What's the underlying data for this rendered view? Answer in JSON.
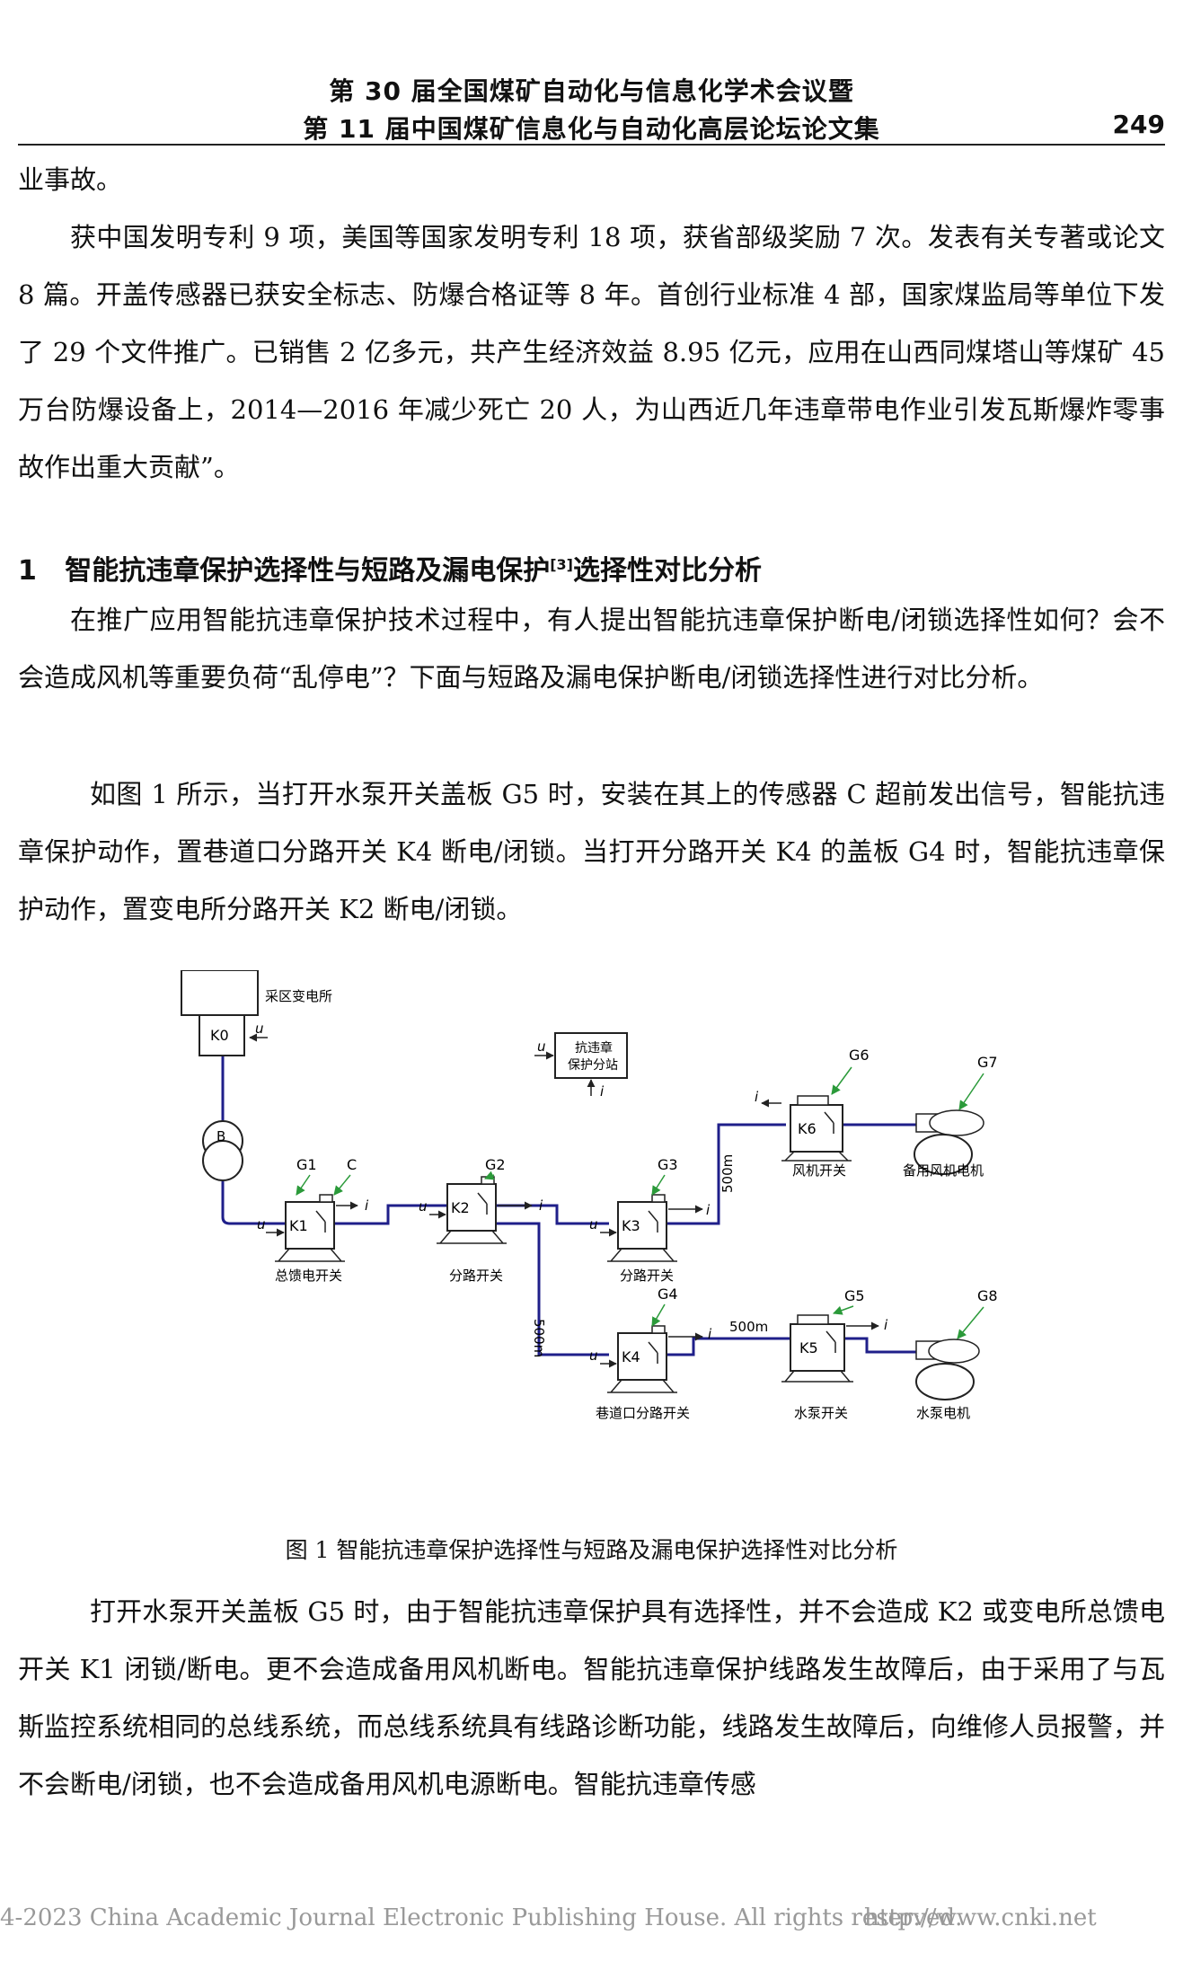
{
  "header": {
    "line1": "第 30 届全国煤矿自动化与信息化学术会议暨",
    "line2": "第 11 届中国煤矿信息化与自动化高层论坛论文集",
    "page_number": "249"
  },
  "paragraphs": {
    "p1": "业事故。",
    "p2": "获中国发明专利 9 项，美国等国家发明专利 18 项，获省部级奖励 7 次。发表有关专著或论文 8 篇。开盖传感器已获安全标志、防爆合格证等 8 年。首创行业标准 4 部，国家煤监局等单位下发了 29 个文件推广。已销售 2 亿多元，共产生经济效益 8.95 亿元，应用在山西同煤塔山等煤矿 45 万台防爆设备上，2014—2016 年减少死亡 20 人，为山西近几年违章带电作业引发瓦斯爆炸零事故作出重大贡献”。",
    "p3": "在推广应用智能抗违章保护技术过程中，有人提出智能抗违章保护断电/闭锁选择性如何？会不会造成风机等重要负荷“乱停电”？下面与短路及漏电保护断电/闭锁选择性进行对比分析。",
    "p4": "如图 1 所示，当打开水泵开关盖板 G5 时，安装在其上的传感器 C 超前发出信号，智能抗违章保护动作，置巷道口分路开关 K4 断电/闭锁。当打开分路开关 K4 的盖板 G4 时，智能抗违章保护动作，置变电所分路开关 K2 断电/闭锁。",
    "p5": "打开水泵开关盖板 G5 时，由于智能抗违章保护具有选择性，并不会造成 K2 或变电所总馈电开关 K1 闭锁/断电。更不会造成备用风机断电。智能抗违章保护线路发生故障后，由于采用了与瓦斯监控系统相同的总线系统，而总线系统具有线路诊断功能，线路发生故障后，向维修人员报警，并不会断电/闭锁，也不会造成备用风机电源断电。智能抗违章传感"
  },
  "section": {
    "number": "1",
    "title_before": "智能抗违章保护选择性与短路及漏电保护",
    "ref": "[3]",
    "title_after": "选择性对比分析"
  },
  "figure": {
    "caption": "图 1 智能抗违章保护选择性与短路及漏电保护选择性对比分析",
    "substation": "采区变电所",
    "k0": "K0",
    "b": "B",
    "station_line1": "抗违章",
    "station_line2": "保护分站",
    "u": "u",
    "i": "i",
    "k1": "K1",
    "k2": "K2",
    "k3": "K3",
    "k4": "K4",
    "k5": "K5",
    "k6": "K6",
    "g1": "G1",
    "c": "C",
    "g2": "G2",
    "g3": "G3",
    "g4": "G4",
    "g5": "G5",
    "g6": "G6",
    "g7": "G7",
    "g8": "G8",
    "k1_label": "总馈电开关",
    "k2_label": "分路开关",
    "k3_label": "分路开关",
    "k4_label": "巷道口分路开关",
    "k5_label": "水泵开关",
    "k6_label": "风机开关",
    "fan_label": "备用风机电机",
    "pump_label": "水泵电机",
    "dist_vertical_1": "500m",
    "dist_vertical_2": "500m",
    "dist_horizontal": "500m"
  },
  "footer": {
    "copyright": "4-2023 China Academic Journal Electronic Publishing House. All rights reserved.",
    "url": "http://www.cnki.net"
  }
}
